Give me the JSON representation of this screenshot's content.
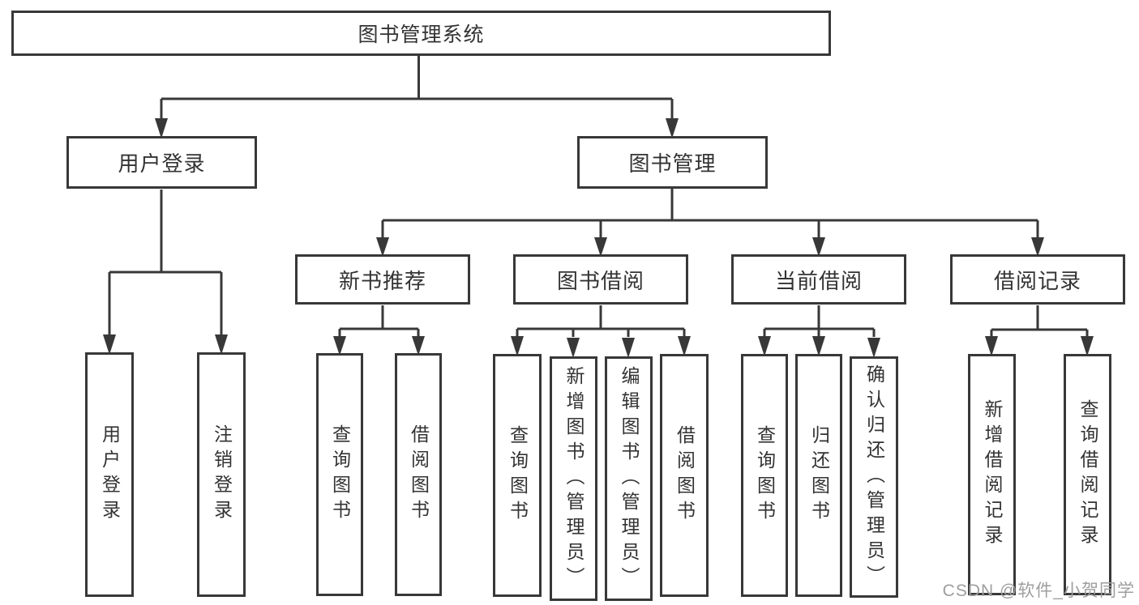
{
  "diagram": {
    "title": "图书管理系统",
    "branches": [
      {
        "label": "用户登录",
        "children": [
          {
            "label": "用户登录"
          },
          {
            "label": "注销登录"
          }
        ]
      },
      {
        "label": "图书管理",
        "children": [
          {
            "label": "新书推荐",
            "children": [
              {
                "label": "查询图书"
              },
              {
                "label": "借阅图书"
              }
            ]
          },
          {
            "label": "图书借阅",
            "children": [
              {
                "label": "查询图书"
              },
              {
                "label": "新增图书（管理员）"
              },
              {
                "label": "编辑图书（管理员）"
              },
              {
                "label": "借阅图书"
              }
            ]
          },
          {
            "label": "当前借阅",
            "children": [
              {
                "label": "查询图书"
              },
              {
                "label": "归还图书"
              },
              {
                "label": "确认归还（管理员）"
              }
            ]
          },
          {
            "label": "借阅记录",
            "children": [
              {
                "label": "新增借阅记录"
              },
              {
                "label": "查询借阅记录"
              }
            ]
          }
        ]
      }
    ],
    "watermark": "CSDN @软件_小贺同学",
    "colors": {
      "line": "#383838",
      "box_border": "#383838",
      "text": "#333333",
      "watermark": "#9e9e9e",
      "background": "#ffffff"
    }
  }
}
